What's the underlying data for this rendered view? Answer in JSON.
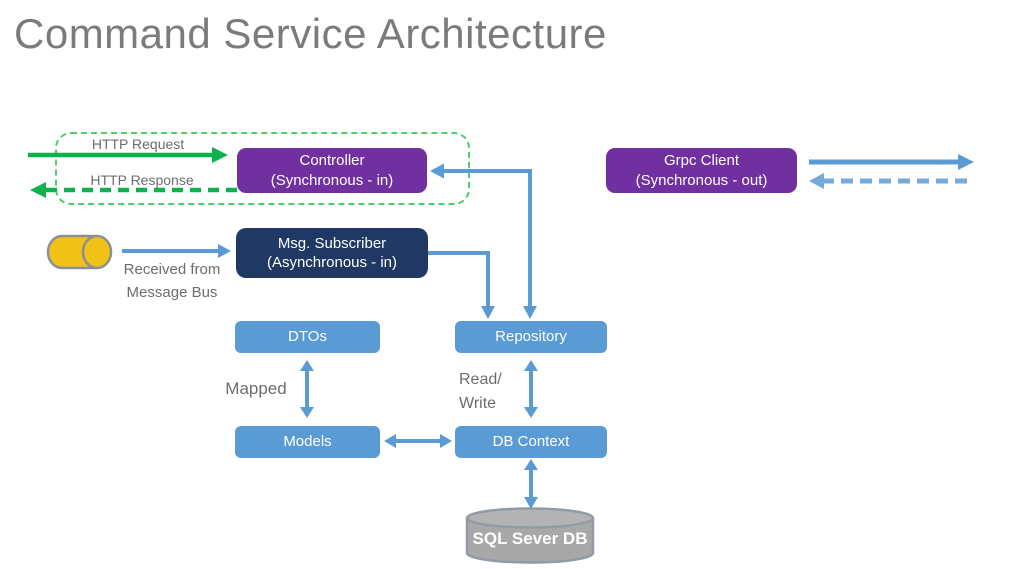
{
  "title": "Command Service Architecture",
  "nodes": {
    "controller": {
      "line1": "Controller",
      "line2": "(Synchronous - in)"
    },
    "grpc_client": {
      "line1": "Grpc Client",
      "line2": "(Synchronous - out)"
    },
    "msg_subscriber": {
      "line1": "Msg. Subscriber",
      "line2": "(Asynchronous - in)"
    },
    "dtos": {
      "label": "DTOs"
    },
    "repository": {
      "label": "Repository"
    },
    "models": {
      "label": "Models"
    },
    "db_context": {
      "label": "DB Context"
    },
    "sql_db": {
      "label": "SQL Sever DB"
    }
  },
  "labels": {
    "http_request": "HTTP Request",
    "http_response": "HTTP Response",
    "received_from": "Received from",
    "message_bus": "Message Bus",
    "mapped": "Mapped",
    "read": "Read/",
    "write": "Write"
  },
  "colors": {
    "title_gray": "#7b7b7b",
    "label_gray": "#6d6d6d",
    "purple_box": "#7030A0",
    "navy_box": "#1F3864",
    "blue_box": "#5B9BD5",
    "blue_arrow": "#5B9BD5",
    "green_arrow": "#0fb14c",
    "green_dashed": "#4ecf6a",
    "yellow_cylinder": "#F2C118",
    "gray_cylinder": "#A8A8A8",
    "background": "#ffffff"
  }
}
